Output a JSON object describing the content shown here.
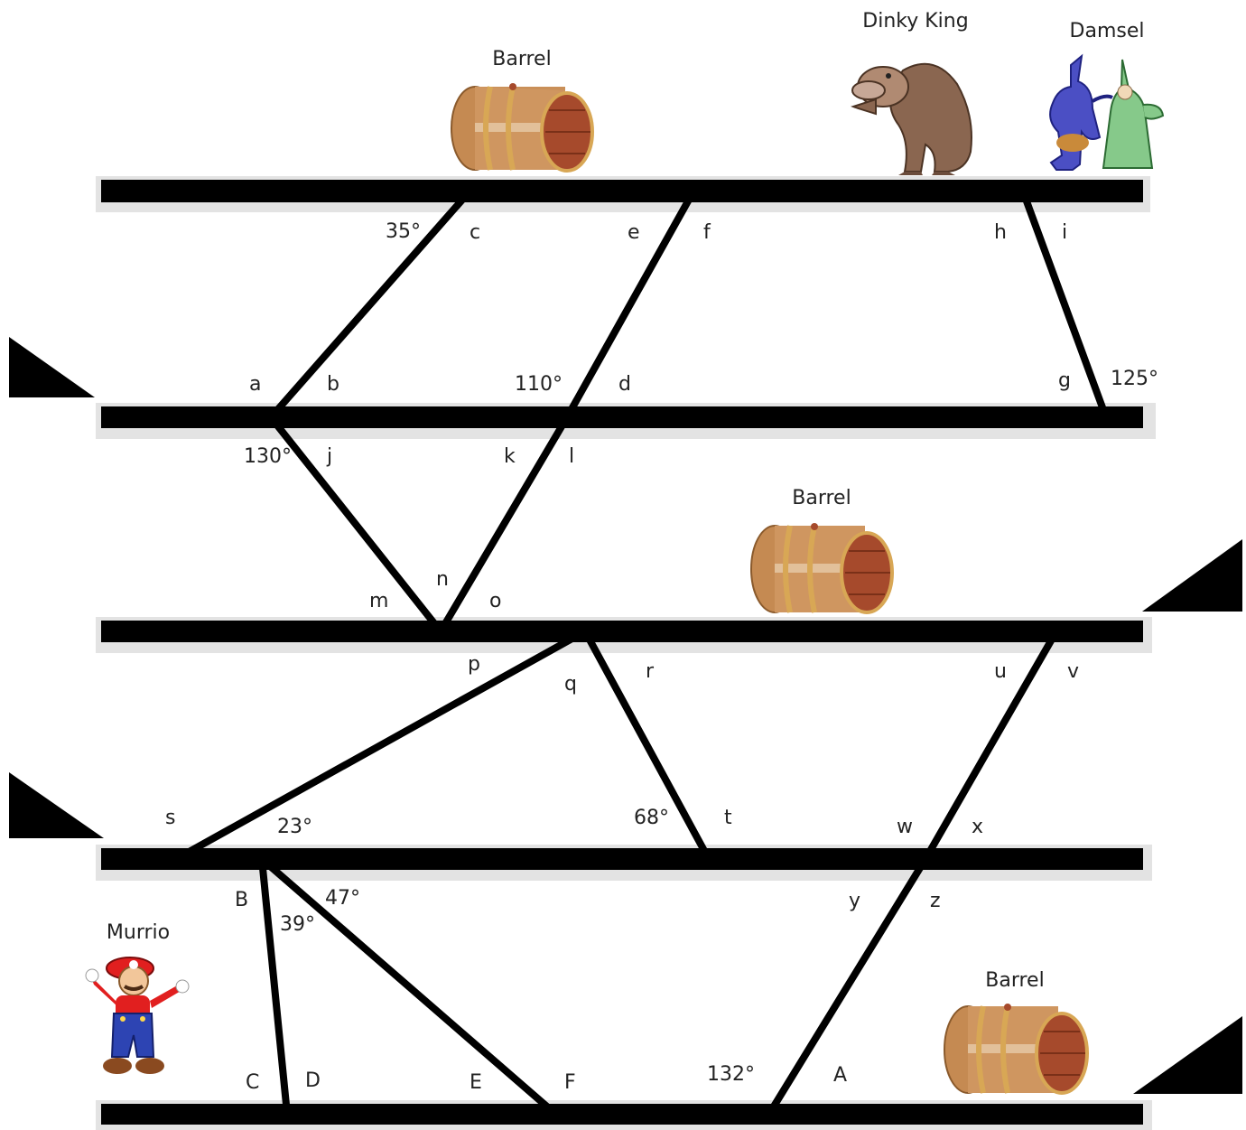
{
  "characters": {
    "dinky_king": "Dinky King",
    "damsel": "Damsel",
    "murrio": "Murrio",
    "barrel_top": "Barrel",
    "barrel_middle": "Barrel",
    "barrel_bottom": "Barrel"
  },
  "angle_labels": {
    "top_left": "35°",
    "second_middle": "110°",
    "second_right": "125°",
    "third_left": "130°",
    "fifth_left": "23°",
    "fifth_middle": "68°",
    "sixth_upper": "47°",
    "sixth_lower": "39°",
    "bottom": "132°"
  },
  "point_labels": {
    "a": "a",
    "b": "b",
    "c": "c",
    "d": "d",
    "e": "e",
    "f": "f",
    "g": "g",
    "h": "h",
    "i": "i",
    "j": "j",
    "k": "k",
    "l": "l",
    "m": "m",
    "n": "n",
    "o": "o",
    "p": "p",
    "q": "q",
    "r": "r",
    "s": "s",
    "t": "t",
    "u": "u",
    "v": "v",
    "w": "w",
    "x": "x",
    "y": "y",
    "z": "z",
    "A": "A",
    "B": "B",
    "C": "C",
    "D": "D",
    "E": "E",
    "F": "F"
  },
  "colors": {
    "line": "#000000",
    "beam_shadow": "#d9d9d9",
    "barrel_wood": "#c58a52",
    "barrel_band": "#d8a755",
    "kong_fur": "#8a6650",
    "mario_red": "#e11f1f",
    "mario_blue": "#2d44b3"
  }
}
